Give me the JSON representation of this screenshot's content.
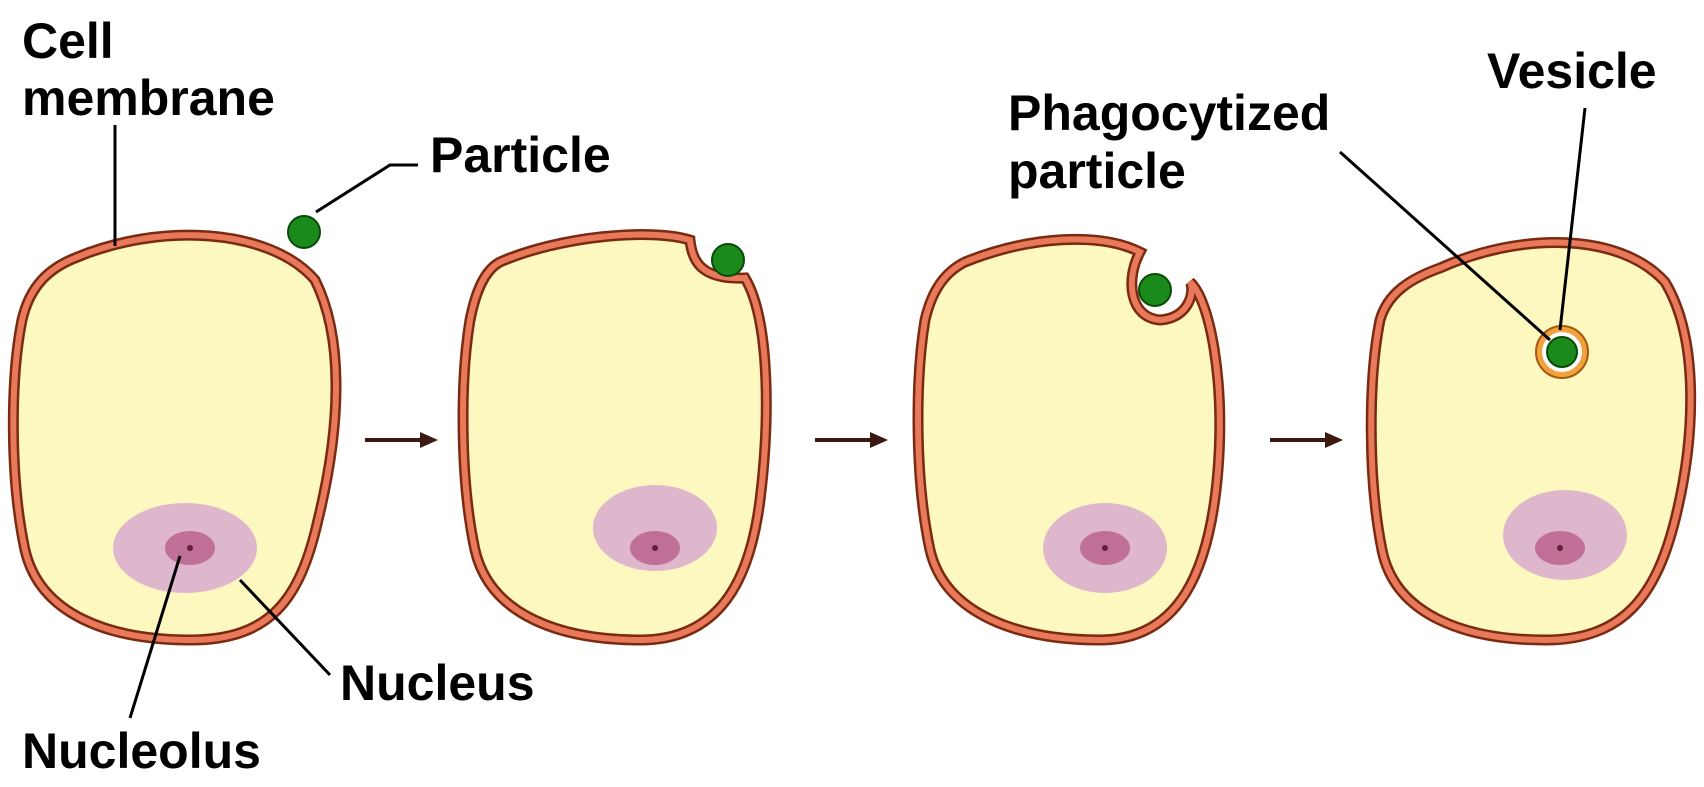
{
  "labels": {
    "cell_membrane_line1": "Cell",
    "cell_membrane_line2": "membrane",
    "particle": "Particle",
    "nucleus": "Nucleus",
    "nucleolus": "Nucleolus",
    "phagocytized_line1": "Phagocytized",
    "phagocytized_line2": "particle",
    "vesicle": "Vesicle"
  },
  "stages": 4,
  "colors": {
    "cytoplasm": "#fdf7c0",
    "membrane": "#e8795a",
    "membrane_outline": "#7a2a10",
    "nucleus": "#dfb7cc",
    "nucleolus": "#c06f97",
    "nucleolus_center": "#6b1a3a",
    "particle": "#1a8a1a",
    "vesicle": "#f2a23c",
    "arrow": "#3a1a10",
    "text": "#000000"
  },
  "icons": [
    "right-arrow-icon"
  ]
}
